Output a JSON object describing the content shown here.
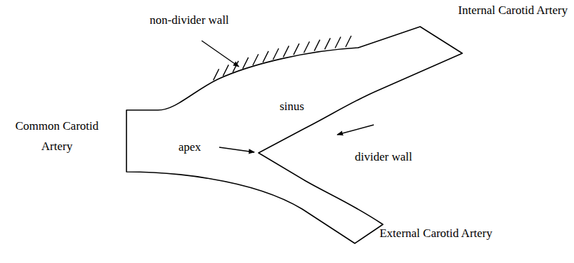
{
  "diagram": {
    "labels": [
      "non-divider wall",
      "Internal Carotid Artery",
      "sinus",
      "Common Carotid Artery",
      "apex",
      "divider wall",
      "External Carotid Artery"
    ]
  }
}
